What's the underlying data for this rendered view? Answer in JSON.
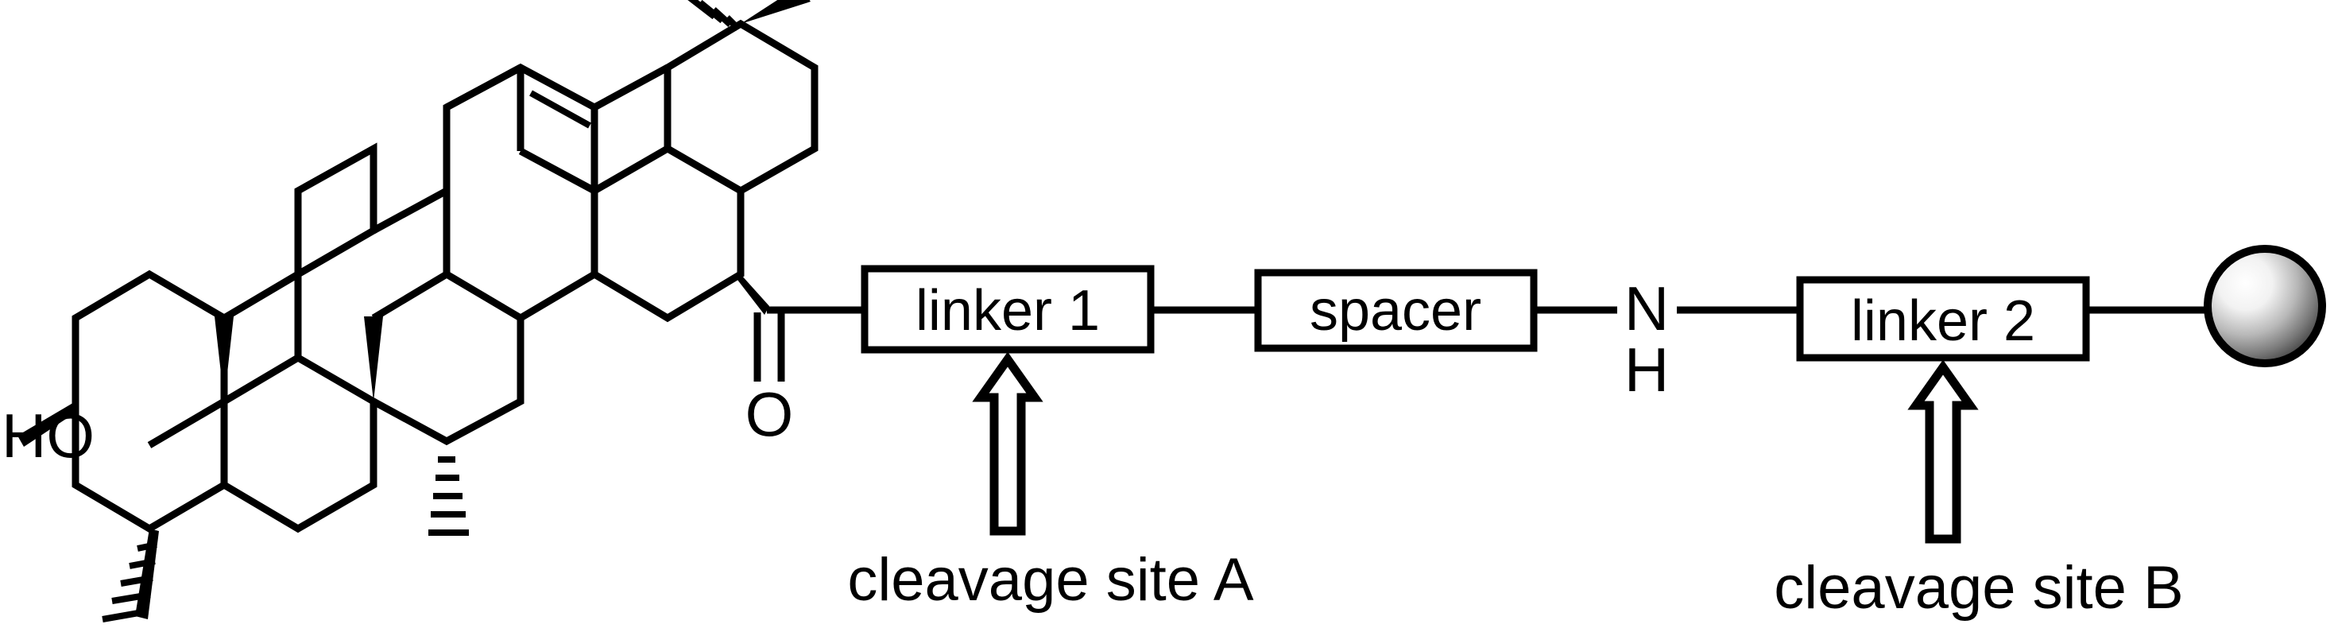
{
  "figure": {
    "type": "chemical-structure-schematic",
    "background_color": "#ffffff",
    "line_color": "#000000",
    "description": "Triterpene (oleanolic acid type) conjugate attached through linker 1, spacer, amide NH and linker 2 to a solid-phase resin bead, with two marked cleavage sites."
  },
  "molecule": {
    "hydroxyl_label": "HO",
    "carbonyl_oxygen_label": "O",
    "amide_nitrogen_label": "N",
    "amide_hydrogen_label": "H"
  },
  "boxes": [
    {
      "id": "linker-1",
      "label": "linker 1"
    },
    {
      "id": "spacer",
      "label": "spacer"
    },
    {
      "id": "linker-2",
      "label": "linker 2"
    }
  ],
  "bead": {
    "name": "resin-bead",
    "shape": "sphere",
    "highlight_color": "#ffffff",
    "shade_color": "#404040",
    "outline_color": "#000000"
  },
  "annotations": [
    {
      "id": "cleavage-a",
      "label": "cleavage site A",
      "points_to": "linker 1",
      "arrow": "up"
    },
    {
      "id": "cleavage-b",
      "label": "cleavage site B",
      "points_to": "linker 2",
      "arrow": "up"
    }
  ]
}
